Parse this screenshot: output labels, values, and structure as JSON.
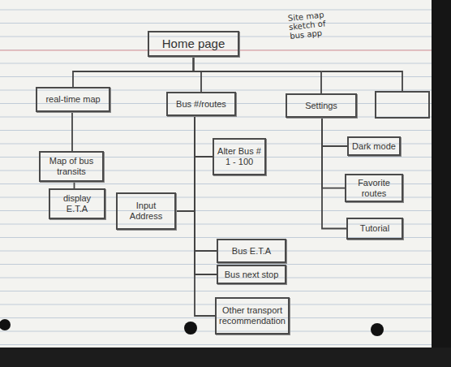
{
  "diagram": {
    "nodes": [
      {
        "text": [
          "Home page"
        ]
      },
      {
        "text": [
          "real-time map"
        ]
      },
      {
        "text": [
          "Bus #/routes"
        ]
      },
      {
        "text": [
          "Settings"
        ]
      },
      {
        "text": [
          "Map of bus transits"
        ]
      },
      {
        "text": [
          "display E.T.A"
        ]
      },
      {
        "text": [
          "Alter Bus # 1 - 100"
        ]
      },
      {
        "text": [
          "Input Address"
        ]
      },
      {
        "text": [
          "Bus E.T.A"
        ]
      },
      {
        "text": [
          "Bus next stop"
        ]
      },
      {
        "text": [
          "Other transport recommendation"
        ]
      },
      {
        "text": [
          "Dark mode"
        ]
      },
      {
        "text": [
          "Favorite routes"
        ]
      },
      {
        "text": [
          "Tutorial"
        ]
      }
    ],
    "edges": [
      {
        "from": 0,
        "to": 1,
        "arrow": "none"
      },
      {
        "from": 0,
        "to": 2,
        "arrow": "none"
      },
      {
        "from": 0,
        "to": 3,
        "arrow": "none"
      },
      {
        "from": 1,
        "to": 4,
        "arrow": "none"
      },
      {
        "from": 4,
        "to": 5,
        "arrow": "none"
      },
      {
        "from": 2,
        "to": 6,
        "arrow": "none"
      },
      {
        "from": 2,
        "to": 7,
        "arrow": "none"
      },
      {
        "from": 2,
        "to": 8,
        "arrow": "none"
      },
      {
        "from": 2,
        "to": 9,
        "arrow": "none"
      },
      {
        "from": 2,
        "to": 10,
        "arrow": "none"
      },
      {
        "from": 3,
        "to": 11,
        "arrow": "none"
      },
      {
        "from": 3,
        "to": 12,
        "arrow": "none"
      },
      {
        "from": 3,
        "to": 13,
        "arrow": "none"
      }
    ],
    "labels": [
      "Site map sketch of bus app"
    ]
  }
}
